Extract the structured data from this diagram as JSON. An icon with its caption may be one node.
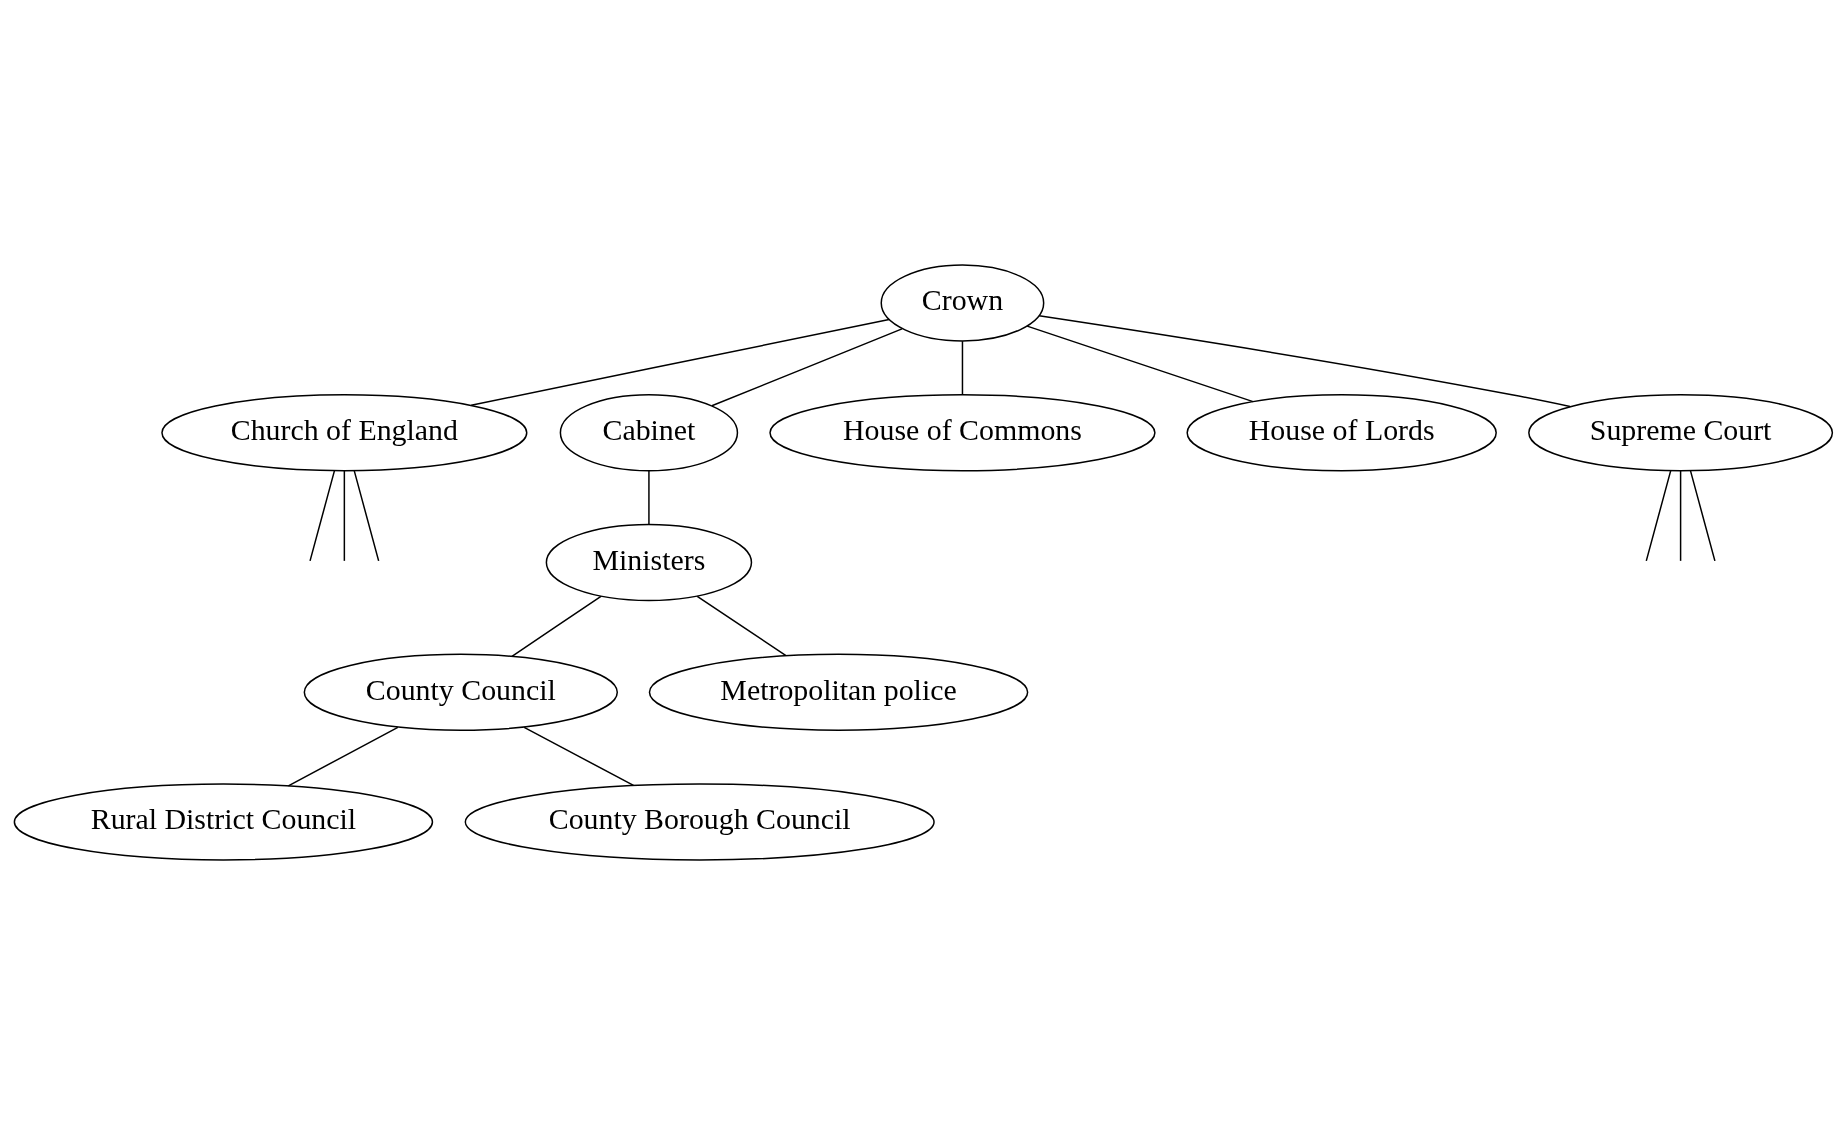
{
  "diagram": {
    "nodes": [
      {
        "text": [
          "Crown"
        ]
      },
      {
        "text": [
          "Church of England"
        ]
      },
      {
        "text": [
          "Cabinet"
        ]
      },
      {
        "text": [
          "House of Commons"
        ]
      },
      {
        "text": [
          "House of Lords"
        ]
      },
      {
        "text": [
          "Supreme Court"
        ]
      },
      {
        "text": [
          "Ministers"
        ]
      },
      {
        "text": [
          "County Council"
        ]
      },
      {
        "text": [
          "Metropolitan police"
        ]
      },
      {
        "text": [
          "Rural District Council"
        ]
      },
      {
        "text": [
          "County Borough Council"
        ]
      }
    ],
    "edges": [
      {
        "from": 0,
        "to": 1,
        "arrow": "none"
      },
      {
        "from": 0,
        "to": 2,
        "arrow": "none"
      },
      {
        "from": 0,
        "to": 3,
        "arrow": "none"
      },
      {
        "from": 0,
        "to": 4,
        "arrow": "none"
      },
      {
        "from": 0,
        "to": 5,
        "arrow": "none"
      },
      {
        "from": 1,
        "to": null,
        "arrow": "none"
      },
      {
        "from": 1,
        "to": null,
        "arrow": "none"
      },
      {
        "from": 1,
        "to": null,
        "arrow": "none"
      },
      {
        "from": 5,
        "to": null,
        "arrow": "none"
      },
      {
        "from": 5,
        "to": null,
        "arrow": "none"
      },
      {
        "from": 5,
        "to": null,
        "arrow": "none"
      },
      {
        "from": 2,
        "to": 6,
        "arrow": "none"
      },
      {
        "from": 6,
        "to": 7,
        "arrow": "none"
      },
      {
        "from": 6,
        "to": 8,
        "arrow": "none"
      },
      {
        "from": 7,
        "to": 9,
        "arrow": "none"
      },
      {
        "from": 7,
        "to": 10,
        "arrow": "none"
      }
    ]
  }
}
